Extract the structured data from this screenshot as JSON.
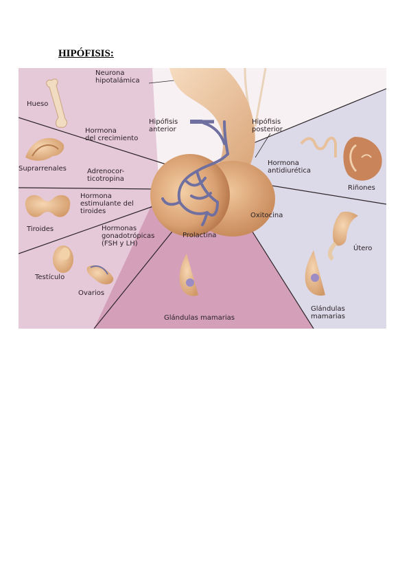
{
  "page": {
    "heading": "HIPÓFISIS:"
  },
  "diagram": {
    "labels": {
      "neurona": "Neurona\nhipotalámica",
      "hueso": "Hueso",
      "hormona_crecimiento": "Hormona\ndel crecimiento",
      "hipofisis_anterior": "Hipófisis\nanterior",
      "hipofisis_posterior": "Hipófisis\nposterior",
      "suprarrenales": "Suprarrenales",
      "adrenocorticotropina": "Adrenocor-\nticotropina",
      "hormona_antidiuretica": "Hormona\nantidiurética",
      "rinones": "Riñones",
      "hormona_tiroides": "Hormona\nestimulante del\ntiroides",
      "tiroides": "Tiroides",
      "oxitocina": "Oxitocina",
      "hormonas_gonadotropicas": "Hormonas\ngonadotrópicas\n(FSH y LH)",
      "prolactina": "Prolactina",
      "utero": "Útero",
      "testiculo": "Testículo",
      "ovarios": "Ovarios",
      "glandulas_mamarias_center": "Glándulas mamarias",
      "glandulas_mamarias_right": "Glándulas\nmamarias"
    },
    "colors": {
      "left_sector": "#e6c9d8",
      "bottom_sector": "#d4a0b9",
      "right_sector": "#dcd9e8",
      "top_bg": "#f4f0f3",
      "organ": "#e3b48a",
      "vessels": "#7a7aa6",
      "divider": "#2c2428"
    }
  }
}
